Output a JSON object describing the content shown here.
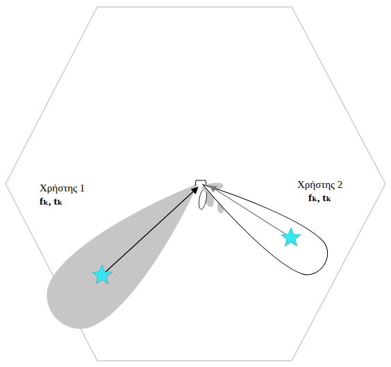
{
  "diagram": {
    "labels": [
      "Χρήστης 1",
      "fₖ, tₖ",
      "Χρήστης 2",
      "fₖ, tₖ"
    ]
  }
}
